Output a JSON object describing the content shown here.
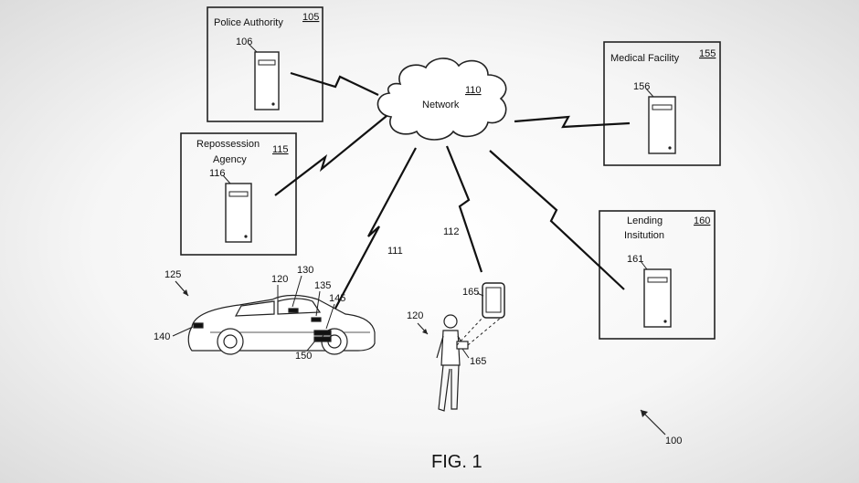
{
  "entities": {
    "police": {
      "label": "Police Authority",
      "ref": "105",
      "server_ref": "106"
    },
    "medical": {
      "label": "Medical Facility",
      "ref": "155",
      "server_ref": "156"
    },
    "repo": {
      "label_line1": "Repossession",
      "label_line2": "Agency",
      "ref": "115",
      "server_ref": "116"
    },
    "lending": {
      "label_line1": "Lending",
      "label_line2": "Insitution",
      "ref": "160",
      "server_ref": "161"
    },
    "network": {
      "label": "Network",
      "ref": "110"
    }
  },
  "links": {
    "vehicle_link": "111",
    "phone_link": "112"
  },
  "vehicle": {
    "ref": "125",
    "parts": [
      "120",
      "130",
      "135",
      "145",
      "140",
      "150"
    ]
  },
  "person": {
    "ref": "120",
    "device_ref": "165",
    "phone_ref": "165"
  },
  "figure": {
    "caption": "FIG. 1",
    "system_ref": "100"
  }
}
